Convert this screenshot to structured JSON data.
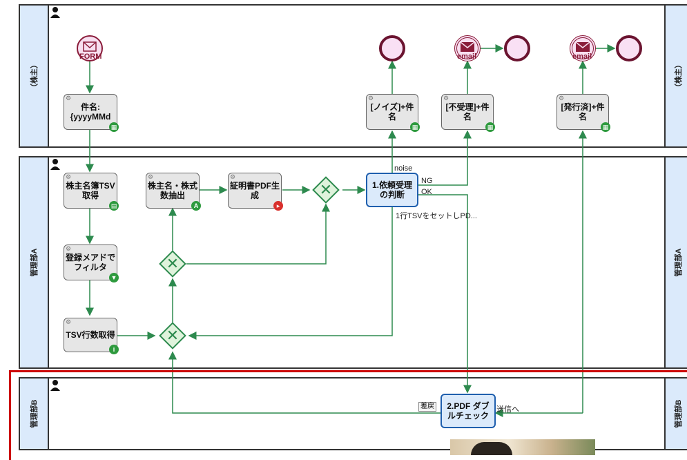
{
  "lanes": [
    {
      "label": "（株主）"
    },
    {
      "label": "管理部A"
    },
    {
      "label": "管理部B"
    }
  ],
  "events": {
    "start_label": "FORM",
    "email_label_1": "email",
    "email_label_2": "email"
  },
  "tasks": {
    "kenmei": "件名:\n{yyyyMMd",
    "noise": "[ノイズ]+件名",
    "fujuri": "[不受理]+件名",
    "hakko": "[発行済]+件名",
    "tsv_get": "株主名簿TSV取得",
    "extract": "株主名・株式数抽出",
    "pdf_gen": "証明書PDF生成",
    "judge": "1.依頼受理の判断",
    "filter": "登録メアドでフィルタ",
    "count": "TSV行数取得",
    "double_check": "2.PDF ダブルチェック"
  },
  "flow_labels": {
    "noise": "noise",
    "ng": "NG",
    "ok": "OK",
    "tsv_set": "1行TSVをセットしPD...",
    "back": "差戻",
    "send": "送信へ"
  },
  "colors": {
    "lane_fill": "#dbeafb",
    "flow": "#2d8a4e",
    "event": "#8a1c3a",
    "highlight": "#cc0000"
  }
}
